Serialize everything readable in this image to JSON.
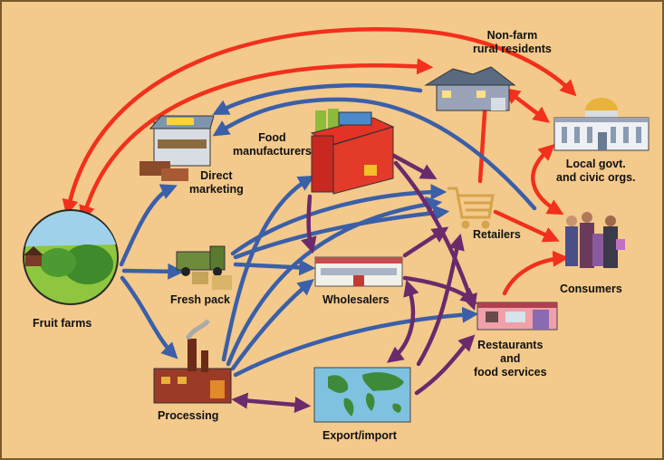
{
  "nodes": {
    "fruit_farms": "Fruit farms",
    "direct_marketing": {
      "line1": "Direct",
      "line2": "marketing"
    },
    "fresh_pack": "Fresh pack",
    "processing": "Processing",
    "food_manufacturers": {
      "line1": "Food",
      "line2": "manufacturers"
    },
    "wholesalers": "Wholesalers",
    "export_import": "Export/import",
    "retailers": "Retailers",
    "restaurants": {
      "line1": "Restaurants",
      "line2": "and",
      "line3": "food services"
    },
    "consumers": "Consumers",
    "non_farm": {
      "line1": "Non-farm",
      "line2": "rural residents"
    },
    "local_govt": {
      "line1": "Local govt.",
      "line2": "and civic orgs."
    }
  },
  "colors": {
    "background": "#f3c98c",
    "blue_flow": "#3b5fa8",
    "purple_flow": "#6b2a6b",
    "red_flow": "#f2301b"
  }
}
